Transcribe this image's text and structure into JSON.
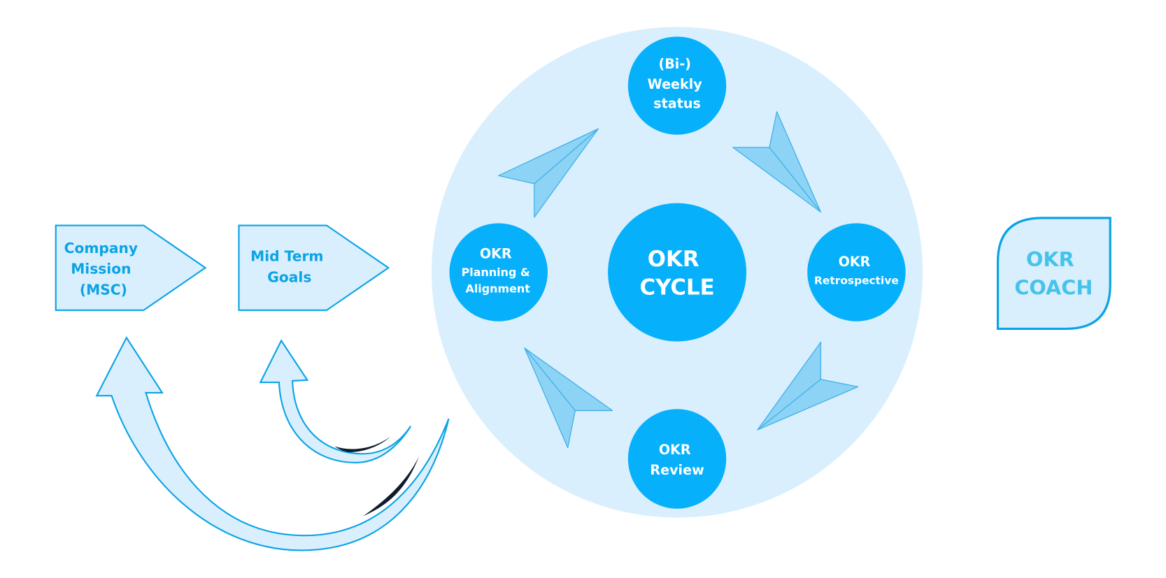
{
  "colors": {
    "outer_circle": "#d9effd",
    "node_fill": "#06b0fb",
    "node_text": "#ffffff",
    "box_fill": "#d9effd",
    "box_stroke": "#0aa3e6",
    "box_text": "#0aa3e6",
    "coach_text": "#45c3ea",
    "plane_fill": "#8dd3f5",
    "shadow": "#0f1c2c"
  },
  "boxes": {
    "company_mission": {
      "lines": [
        "Company",
        "Mission",
        "(MSC)"
      ]
    },
    "mid_term_goals": {
      "lines": [
        "Mid Term",
        "Goals"
      ]
    }
  },
  "cycle": {
    "center": {
      "lines": [
        "OKR",
        "CYCLE"
      ]
    },
    "nodes": {
      "weekly_status": {
        "lines": [
          "(Bi-)",
          "Weekly",
          "status"
        ]
      },
      "retrospective": {
        "lines": [
          "OKR",
          "Retrospective"
        ]
      },
      "review": {
        "lines": [
          "OKR",
          "Review"
        ]
      },
      "planning": {
        "lines": [
          "OKR",
          "Planning &",
          "Alignment"
        ]
      }
    },
    "direction": "clockwise"
  },
  "coach": {
    "lines": [
      "OKR",
      "COACH"
    ]
  },
  "icons": {
    "cycle_arrows": "paper-plane-icon",
    "feedback_arrows": "curved-arrow-icon"
  }
}
